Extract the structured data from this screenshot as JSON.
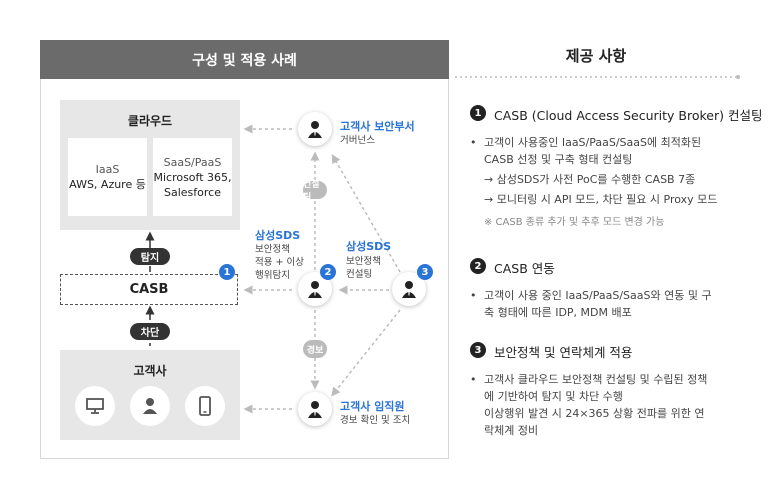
{
  "left_panel": {
    "title": "구성 및 적용 사례",
    "cloud": {
      "title": "클라우드",
      "iaas": {
        "line1": "IaaS",
        "line2": "AWS, Azure 등"
      },
      "saas": {
        "line1": "SaaS/PaaS",
        "line2": "Microsoft 365,",
        "line3": "Salesforce"
      }
    },
    "detect_label": "탐지",
    "casb_label": "CASB",
    "block_label": "차단",
    "customer": {
      "title": "고객사"
    },
    "consult_label": "컨설팅",
    "alert_label": "경보",
    "nodes": {
      "security_dept": {
        "name": "고객사 보안부서",
        "desc": "거버넌스"
      },
      "sds_policy": {
        "name": "삼성SDS",
        "desc1": "보안정책",
        "desc2": "적용 + 이상",
        "desc3": "행위탐지"
      },
      "sds_consult": {
        "name": "삼성SDS",
        "desc1": "보안정책",
        "desc2": "컨설팅"
      },
      "employees": {
        "name": "고객사 임직원",
        "desc": "경보 확인 및 조치"
      }
    },
    "badges": {
      "b1": "1",
      "b2": "2",
      "b3": "3"
    }
  },
  "right_panel": {
    "title": "제공 사항",
    "sections": [
      {
        "num": "1",
        "title": "CASB (Cloud Access Security Broker) 컨설팅",
        "lines": [
          "고객이 사용중인 IaaS/PaaS/SaaS에 최적화된",
          "CASB 선정 및 구축 형태 컨설팅",
          "→ 삼성SDS가 사전 PoC를 수행한 CASB 7종",
          "→ 모니터링 시 API 모드, 차단 필요 시 Proxy 모드"
        ],
        "note": "※ CASB 종류 추가 및 추후 모드 변경 가능"
      },
      {
        "num": "2",
        "title": "CASB 연동",
        "lines": [
          "고객이 사용 중인 IaaS/PaaS/SaaS와 연동 및 구",
          "축 형태에 따른 IDP, MDM 배포"
        ]
      },
      {
        "num": "3",
        "title": "보안정책 및 연락체계 적용",
        "lines": [
          "고객사 클라우드 보안정책 컨설팅 및 수립된 정책",
          "에 기반하여 탐지 및 차단 수행",
          "이상행위 발견 시 24×365 상황 전파를 위한 연",
          "락체계 정비"
        ]
      }
    ]
  },
  "icons": {
    "person": "person-icon",
    "monitor": "monitor-icon",
    "user": "user-icon",
    "mobile": "mobile-icon"
  },
  "colors": {
    "accent": "#2a74d6",
    "header": "#6b6b6b",
    "box": "#e7e7e7"
  }
}
